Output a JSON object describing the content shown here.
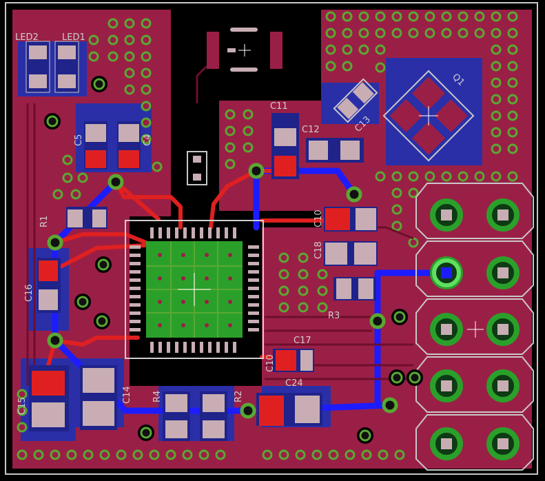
{
  "board": {
    "colors": {
      "background": "#000000",
      "top_copper": "#9a1f46",
      "bottom_copper": "#2a2fa8",
      "top_trace": "#e02020",
      "bottom_trace": "#1c1cff",
      "pad": "#c8aeb4",
      "via_ring": "#5aa832",
      "silkscreen": "#c8c8c8",
      "ground_pad": "#2aa02a"
    },
    "labels": {
      "led2": "LED2",
      "led1": "LED1",
      "c5": "C5",
      "c4": "C4",
      "r1": "R1",
      "c16": "C16",
      "c15": "C15",
      "c14": "C14",
      "r4": "R4",
      "r2": "R2",
      "r3": "R3",
      "c11": "C11",
      "c12": "C12",
      "c13": "C13",
      "q1": "Q1",
      "c10": "C10",
      "c18": "C18",
      "c17": "C17",
      "c24": "C24",
      "c10b": "C10"
    }
  }
}
